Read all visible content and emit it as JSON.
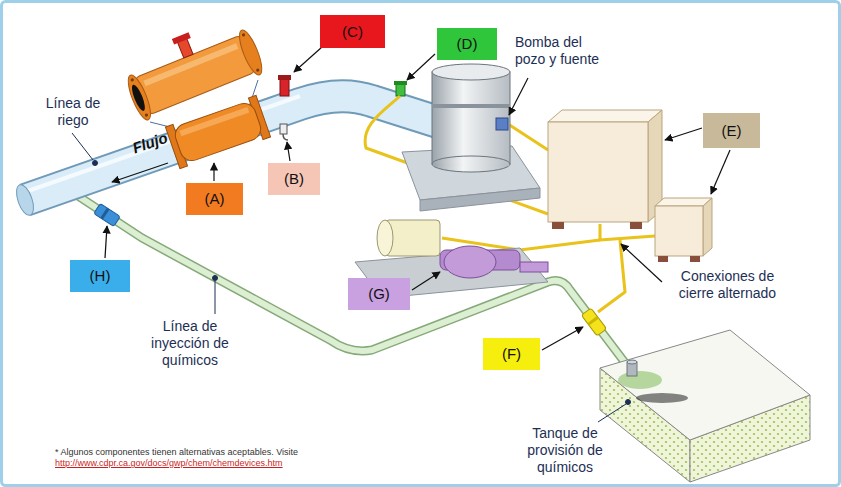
{
  "diagram": {
    "nodes": [
      {
        "text": [
          "(C)"
        ]
      },
      {
        "text": [
          "(D)"
        ]
      },
      {
        "text": [
          "(E)"
        ]
      },
      {
        "text": [
          "(B)"
        ]
      },
      {
        "text": [
          "(A)"
        ]
      },
      {
        "text": [
          "(H)"
        ]
      },
      {
        "text": [
          "(G)"
        ]
      },
      {
        "text": [
          "(F)"
        ]
      }
    ],
    "labels": [
      "Bomba del pozo y fuente",
      "Línea de riego",
      "Flujo",
      "Conexiones de cierre alternado",
      "Línea de inyección de químicos",
      "Tanque de provisión de químicos",
      "* Algunos componentes tienen alternativas aceptables. Visite",
      "http://www.cdpr.ca.gov/docs/gwp/chem/chemdevices.htm"
    ]
  }
}
